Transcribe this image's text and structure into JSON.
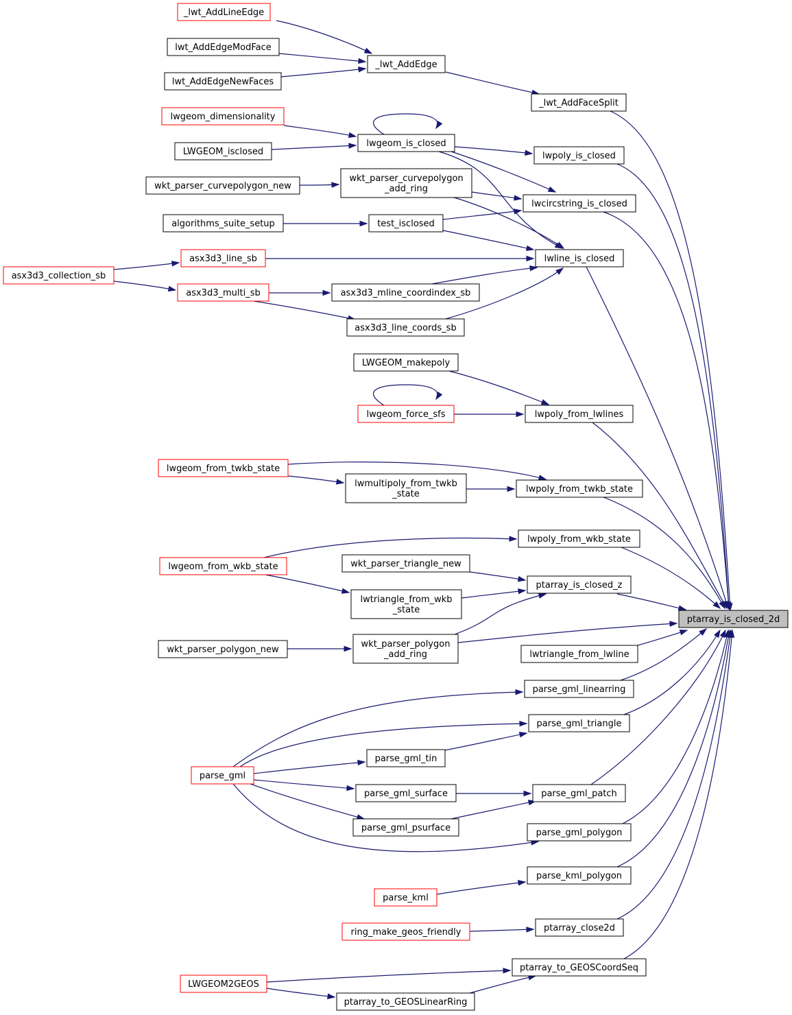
{
  "colors": {
    "edge": "#191970",
    "border_normal": "#000000",
    "border_truncated": "#ff0000",
    "fill_normal": "#ffffff",
    "fill_target": "#bfbfbf"
  },
  "nodes": {
    "lwt_addlineedge": {
      "lines": [
        "_lwt_AddLineEdge"
      ],
      "truncated": true
    },
    "lwt_addedgemodface": {
      "lines": [
        "lwt_AddEdgeModFace"
      ]
    },
    "lwt_addedgenewfaces": {
      "lines": [
        "lwt_AddEdgeNewFaces"
      ]
    },
    "lwt_addedge": {
      "lines": [
        "_lwt_AddEdge"
      ]
    },
    "lwt_addfacesplit": {
      "lines": [
        "_lwt_AddFaceSplit"
      ]
    },
    "lwgeom_dimensionality": {
      "lines": [
        "lwgeom_dimensionality"
      ],
      "truncated": true
    },
    "lwgeom_isclosed_pg": {
      "lines": [
        "LWGEOM_isclosed"
      ]
    },
    "lwgeom_is_closed": {
      "lines": [
        "lwgeom_is_closed"
      ]
    },
    "lwpoly_is_closed": {
      "lines": [
        "lwpoly_is_closed"
      ]
    },
    "wkt_parser_curvepolygon_new": {
      "lines": [
        "wkt_parser_curvepolygon_new"
      ]
    },
    "wkt_parser_curvepolygon_add_ring": {
      "lines": [
        "wkt_parser_curvepolygon",
        "_add_ring"
      ]
    },
    "lwcircstring_is_closed": {
      "lines": [
        "lwcircstring_is_closed"
      ]
    },
    "algorithms_suite_setup": {
      "lines": [
        "algorithms_suite_setup"
      ]
    },
    "test_isclosed": {
      "lines": [
        "test_isclosed"
      ]
    },
    "asx3d3_collection_sb": {
      "lines": [
        "asx3d3_collection_sb"
      ],
      "truncated": true
    },
    "asx3d3_line_sb": {
      "lines": [
        "asx3d3_line_sb"
      ],
      "truncated": true
    },
    "lwline_is_closed": {
      "lines": [
        "lwline_is_closed"
      ]
    },
    "asx3d3_multi_sb": {
      "lines": [
        "asx3d3_multi_sb"
      ],
      "truncated": true
    },
    "asx3d3_mline_coordindex_sb": {
      "lines": [
        "asx3d3_mline_coordindex_sb"
      ]
    },
    "asx3d3_line_coords_sb": {
      "lines": [
        "asx3d3_line_coords_sb"
      ]
    },
    "lwgeom_makepoly": {
      "lines": [
        "LWGEOM_makepoly"
      ]
    },
    "lwgeom_force_sfs": {
      "lines": [
        "lwgeom_force_sfs"
      ],
      "truncated": true
    },
    "lwpoly_from_lwlines": {
      "lines": [
        "lwpoly_from_lwlines"
      ]
    },
    "lwgeom_from_twkb_state": {
      "lines": [
        "lwgeom_from_twkb_state"
      ],
      "truncated": true
    },
    "lwmultipoly_from_twkb_state": {
      "lines": [
        "lwmultipoly_from_twkb",
        "_state"
      ]
    },
    "lwpoly_from_twkb_state": {
      "lines": [
        "lwpoly_from_twkb_state"
      ]
    },
    "lwpoly_from_wkb_state": {
      "lines": [
        "lwpoly_from_wkb_state"
      ]
    },
    "lwgeom_from_wkb_state": {
      "lines": [
        "lwgeom_from_wkb_state"
      ],
      "truncated": true
    },
    "wkt_parser_triangle_new": {
      "lines": [
        "wkt_parser_triangle_new"
      ]
    },
    "ptarray_is_closed_z": {
      "lines": [
        "ptarray_is_closed_z"
      ]
    },
    "lwtriangle_from_wkb_state": {
      "lines": [
        "lwtriangle_from_wkb",
        "_state"
      ]
    },
    "ptarray_is_closed_2d": {
      "lines": [
        "ptarray_is_closed_2d"
      ],
      "target": true
    },
    "wkt_parser_polygon_new": {
      "lines": [
        "wkt_parser_polygon_new"
      ]
    },
    "wkt_parser_polygon_add_ring": {
      "lines": [
        "wkt_parser_polygon",
        "_add_ring"
      ]
    },
    "lwtriangle_from_lwline": {
      "lines": [
        "lwtriangle_from_lwline"
      ]
    },
    "parse_gml_linearring": {
      "lines": [
        "parse_gml_linearring"
      ]
    },
    "parse_gml_triangle": {
      "lines": [
        "parse_gml_triangle"
      ]
    },
    "parse_gml_tin": {
      "lines": [
        "parse_gml_tin"
      ]
    },
    "parse_gml": {
      "lines": [
        "parse_gml"
      ],
      "truncated": true
    },
    "parse_gml_surface": {
      "lines": [
        "parse_gml_surface"
      ]
    },
    "parse_gml_patch": {
      "lines": [
        "parse_gml_patch"
      ]
    },
    "parse_gml_psurface": {
      "lines": [
        "parse_gml_psurface"
      ]
    },
    "parse_gml_polygon": {
      "lines": [
        "parse_gml_polygon"
      ]
    },
    "parse_kml_polygon": {
      "lines": [
        "parse_kml_polygon"
      ]
    },
    "parse_kml": {
      "lines": [
        "parse_kml"
      ],
      "truncated": true
    },
    "ring_make_geos_friendly": {
      "lines": [
        "ring_make_geos_friendly"
      ],
      "truncated": true
    },
    "ptarray_close2d": {
      "lines": [
        "ptarray_close2d"
      ]
    },
    "ptarray_to_geoscoordseq": {
      "lines": [
        "ptarray_to_GEOSCoordSeq"
      ]
    },
    "lwgeom2geos": {
      "lines": [
        "LWGEOM2GEOS"
      ],
      "truncated": true
    },
    "ptarray_to_geoslinearring": {
      "lines": [
        "ptarray_to_GEOSLinearRing"
      ]
    }
  },
  "edges": [
    [
      "lwt_addlineedge",
      "lwt_addedge"
    ],
    [
      "lwt_addedgemodface",
      "lwt_addedge"
    ],
    [
      "lwt_addedgenewfaces",
      "lwt_addedge"
    ],
    [
      "lwt_addedge",
      "lwt_addfacesplit"
    ],
    [
      "lwt_addfacesplit",
      "ptarray_is_closed_2d"
    ],
    [
      "lwgeom_dimensionality",
      "lwgeom_is_closed"
    ],
    [
      "lwgeom_isclosed_pg",
      "lwgeom_is_closed"
    ],
    [
      "lwgeom_is_closed",
      "lwgeom_is_closed"
    ],
    [
      "lwgeom_is_closed",
      "lwpoly_is_closed"
    ],
    [
      "lwgeom_is_closed",
      "lwcircstring_is_closed"
    ],
    [
      "lwgeom_is_closed",
      "lwline_is_closed"
    ],
    [
      "lwpoly_is_closed",
      "ptarray_is_closed_2d"
    ],
    [
      "wkt_parser_curvepolygon_new",
      "wkt_parser_curvepolygon_add_ring"
    ],
    [
      "wkt_parser_curvepolygon_add_ring",
      "lwcircstring_is_closed"
    ],
    [
      "wkt_parser_curvepolygon_add_ring",
      "lwline_is_closed"
    ],
    [
      "lwcircstring_is_closed",
      "ptarray_is_closed_2d"
    ],
    [
      "algorithms_suite_setup",
      "test_isclosed"
    ],
    [
      "test_isclosed",
      "lwcircstring_is_closed"
    ],
    [
      "test_isclosed",
      "lwline_is_closed"
    ],
    [
      "asx3d3_collection_sb",
      "asx3d3_line_sb"
    ],
    [
      "asx3d3_collection_sb",
      "asx3d3_multi_sb"
    ],
    [
      "asx3d3_line_sb",
      "lwline_is_closed"
    ],
    [
      "asx3d3_multi_sb",
      "asx3d3_mline_coordindex_sb"
    ],
    [
      "asx3d3_multi_sb",
      "asx3d3_line_coords_sb"
    ],
    [
      "asx3d3_mline_coordindex_sb",
      "lwline_is_closed"
    ],
    [
      "asx3d3_line_coords_sb",
      "lwline_is_closed"
    ],
    [
      "lwline_is_closed",
      "ptarray_is_closed_2d"
    ],
    [
      "lwgeom_makepoly",
      "lwpoly_from_lwlines"
    ],
    [
      "lwgeom_force_sfs",
      "lwgeom_force_sfs"
    ],
    [
      "lwgeom_force_sfs",
      "lwpoly_from_lwlines"
    ],
    [
      "lwpoly_from_lwlines",
      "ptarray_is_closed_2d"
    ],
    [
      "lwgeom_from_twkb_state",
      "lwmultipoly_from_twkb_state"
    ],
    [
      "lwgeom_from_twkb_state",
      "lwpoly_from_twkb_state"
    ],
    [
      "lwmultipoly_from_twkb_state",
      "lwpoly_from_twkb_state"
    ],
    [
      "lwpoly_from_twkb_state",
      "ptarray_is_closed_2d"
    ],
    [
      "lwgeom_from_wkb_state",
      "lwpoly_from_wkb_state"
    ],
    [
      "lwgeom_from_wkb_state",
      "lwtriangle_from_wkb_state"
    ],
    [
      "lwpoly_from_wkb_state",
      "ptarray_is_closed_2d"
    ],
    [
      "wkt_parser_triangle_new",
      "ptarray_is_closed_z"
    ],
    [
      "lwtriangle_from_wkb_state",
      "ptarray_is_closed_z"
    ],
    [
      "wkt_parser_polygon_add_ring",
      "ptarray_is_closed_z"
    ],
    [
      "ptarray_is_closed_z",
      "ptarray_is_closed_2d"
    ],
    [
      "wkt_parser_polygon_new",
      "wkt_parser_polygon_add_ring"
    ],
    [
      "wkt_parser_polygon_add_ring",
      "ptarray_is_closed_2d"
    ],
    [
      "lwtriangle_from_lwline",
      "ptarray_is_closed_2d"
    ],
    [
      "parse_gml",
      "parse_gml_linearring"
    ],
    [
      "parse_gml",
      "parse_gml_triangle"
    ],
    [
      "parse_gml",
      "parse_gml_tin"
    ],
    [
      "parse_gml",
      "parse_gml_surface"
    ],
    [
      "parse_gml",
      "parse_gml_psurface"
    ],
    [
      "parse_gml",
      "parse_gml_polygon"
    ],
    [
      "parse_gml_tin",
      "parse_gml_triangle"
    ],
    [
      "parse_gml_surface",
      "parse_gml_patch"
    ],
    [
      "parse_gml_psurface",
      "parse_gml_patch"
    ],
    [
      "parse_gml_linearring",
      "ptarray_is_closed_2d"
    ],
    [
      "parse_gml_triangle",
      "ptarray_is_closed_2d"
    ],
    [
      "parse_gml_patch",
      "ptarray_is_closed_2d"
    ],
    [
      "parse_gml_polygon",
      "ptarray_is_closed_2d"
    ],
    [
      "parse_kml",
      "parse_kml_polygon"
    ],
    [
      "parse_kml_polygon",
      "ptarray_is_closed_2d"
    ],
    [
      "ring_make_geos_friendly",
      "ptarray_close2d"
    ],
    [
      "ptarray_close2d",
      "ptarray_is_closed_2d"
    ],
    [
      "lwgeom2geos",
      "ptarray_to_geoscoordseq"
    ],
    [
      "lwgeom2geos",
      "ptarray_to_geoslinearring"
    ],
    [
      "ptarray_to_geoslinearring",
      "ptarray_to_geoscoordseq"
    ],
    [
      "ptarray_to_geoscoordseq",
      "ptarray_is_closed_2d"
    ]
  ]
}
